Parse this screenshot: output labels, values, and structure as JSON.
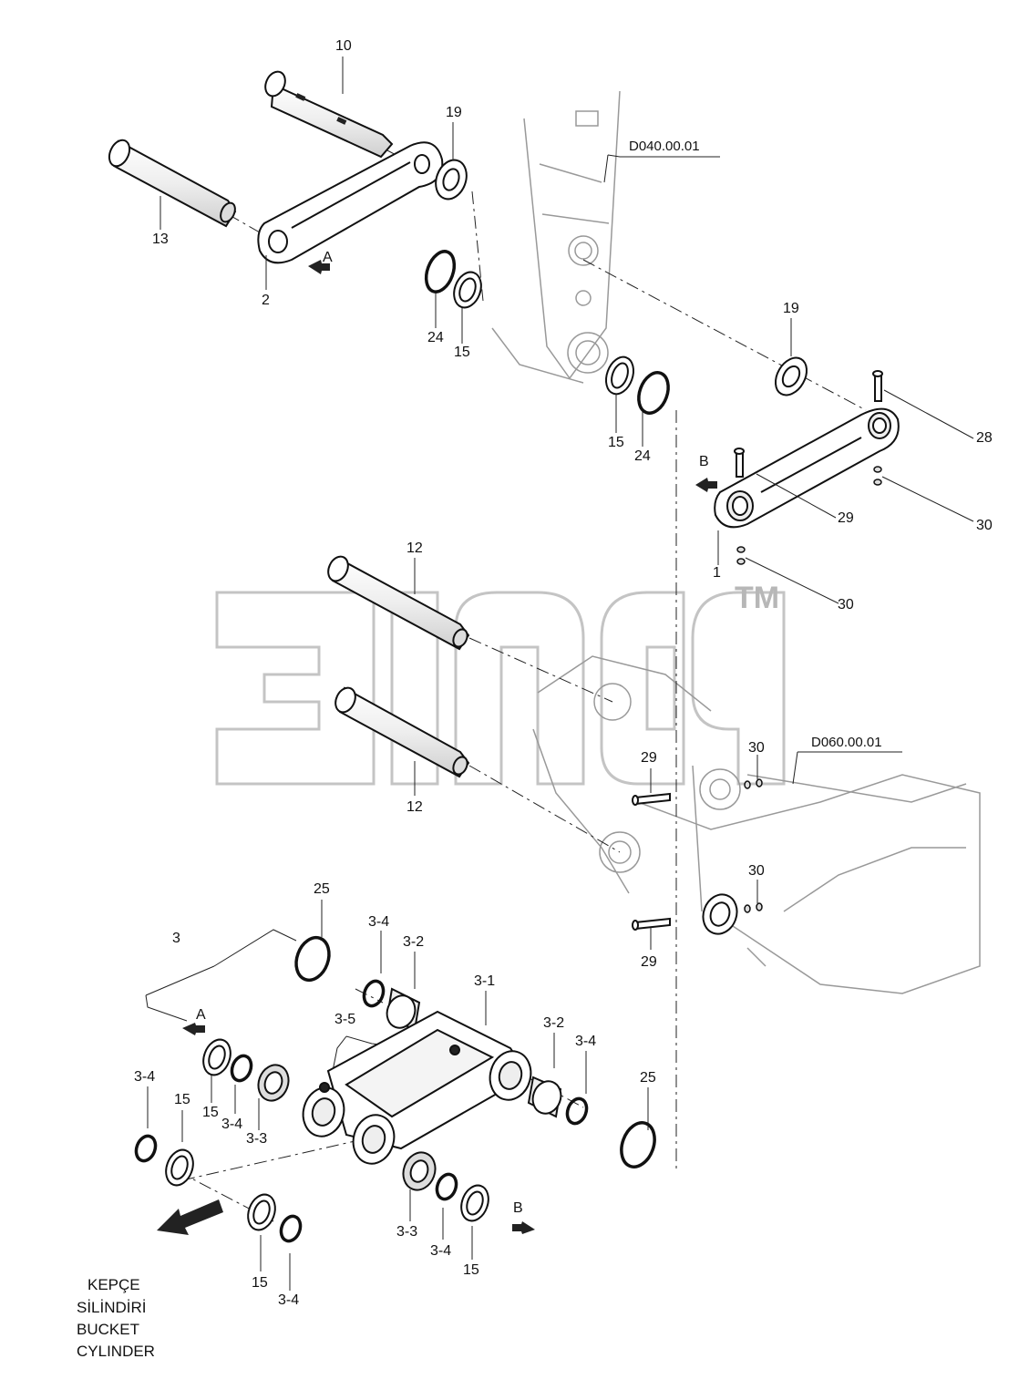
{
  "diagram": {
    "labels": {
      "l10": "10",
      "l19a": "19",
      "l13": "13",
      "l2": "2",
      "lA1": "A",
      "l24a": "24",
      "l15a": "15",
      "l15b": "15",
      "l24b": "24",
      "l19b": "19",
      "l28": "28",
      "lB1": "B",
      "l29a": "29",
      "l30a": "30",
      "l1": "1",
      "l30b": "30",
      "l12a": "12",
      "l12b": "12",
      "l29b": "29",
      "l30c": "30",
      "l30d": "30",
      "l29c": "29",
      "l25a": "25",
      "l3": "3",
      "l3_4a": "3-4",
      "l3_2a": "3-2",
      "l3_1": "3-1",
      "l3_5": "3-5",
      "lA2": "A",
      "l3_2b": "3-2",
      "l3_4b": "3-4",
      "l3_4c": "3-4",
      "l15c": "15",
      "l15d": "15",
      "l3_4d": "3-4",
      "l3_3a": "3-3",
      "l25b": "25",
      "lB2": "B",
      "l15e": "15",
      "l3_4e": "3-4",
      "l3_3b": "3-3",
      "l3_4f": "3-4",
      "l15f": "15"
    },
    "refs": {
      "d040": "D040.00.01",
      "d060": "D060.00.01"
    },
    "caption": {
      "line1": "KEPÇE",
      "line2": "SİLİNDİRİ",
      "line3": "BUCKET",
      "line4": "CYLINDER"
    },
    "watermark": {
      "mark": "TM"
    }
  }
}
